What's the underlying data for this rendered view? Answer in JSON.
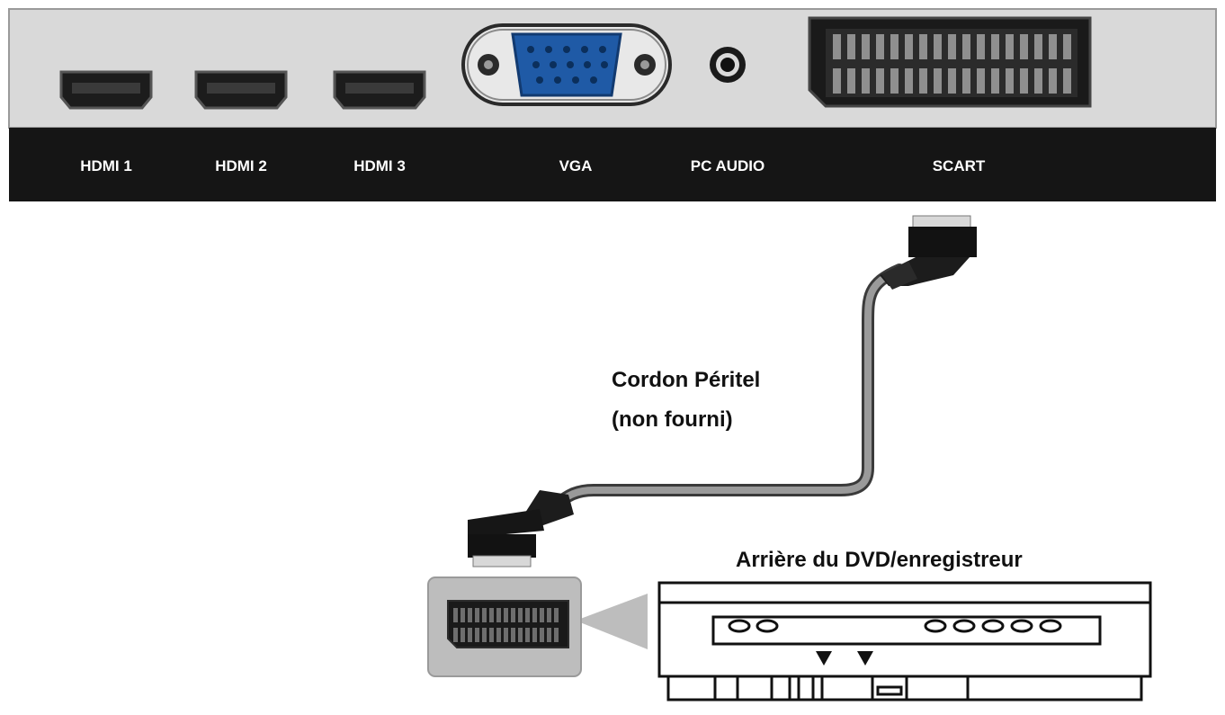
{
  "panel": {
    "ports": {
      "hdmi1": "HDMI 1",
      "hdmi2": "HDMI 2",
      "hdmi3": "HDMI 3",
      "vga": "VGA",
      "pc_audio": "PC AUDIO",
      "scart": "SCART"
    }
  },
  "cable": {
    "line1": "Cordon Péritel",
    "line2": "(non fourni)"
  },
  "device": {
    "title": "Arrière du DVD/enregistreur"
  }
}
